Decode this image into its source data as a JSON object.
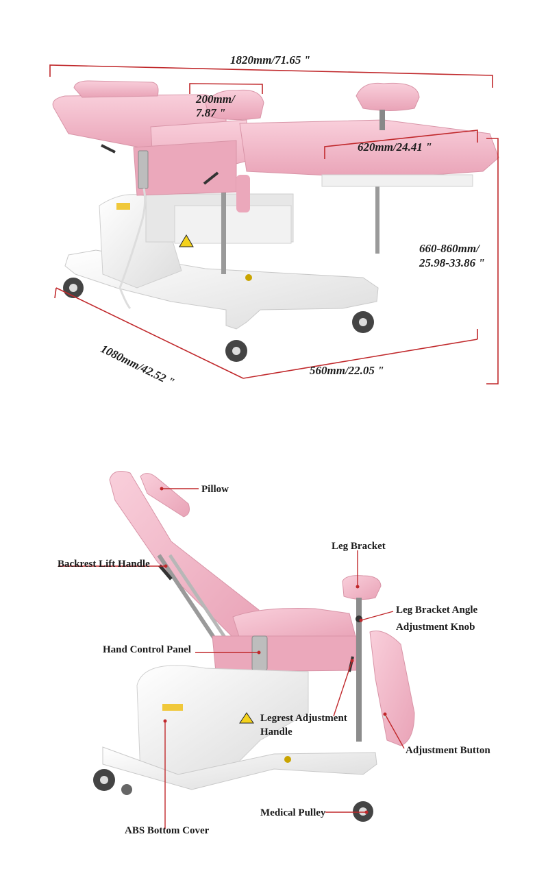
{
  "dimensions": {
    "total_length": "1820mm/71.65 \"",
    "leg_bracket_width_line1": "200mm/",
    "leg_bracket_width_line2": "7.87 \"",
    "seat_width": "620mm/24.41 \"",
    "height_line1": "660-860mm/",
    "height_line2": "25.98-33.86 \"",
    "base_length": "1080mm/42.52 \"",
    "base_width": "560mm/22.05 \""
  },
  "parts": {
    "pillow": "Pillow",
    "leg_bracket": "Leg Bracket",
    "backrest_lift_handle": "Backrest Lift Handle",
    "leg_bracket_angle_line1": "Leg Bracket Angle",
    "leg_bracket_angle_line2": "Adjustment Knob",
    "hand_control_panel": "Hand Control Panel",
    "legrest_adjustment_line1": "Legrest Adjustment",
    "legrest_adjustment_line2": "Handle",
    "adjustment_button": "Adjustment Button",
    "medical_pulley": "Medical Pulley",
    "abs_bottom_cover": "ABS Bottom Cover"
  },
  "colors": {
    "upholstery_pink": "#f2b6c6",
    "frame_white": "#f4f4f4",
    "dimension_red": "#c0282b",
    "text": "#1b1b1b"
  }
}
